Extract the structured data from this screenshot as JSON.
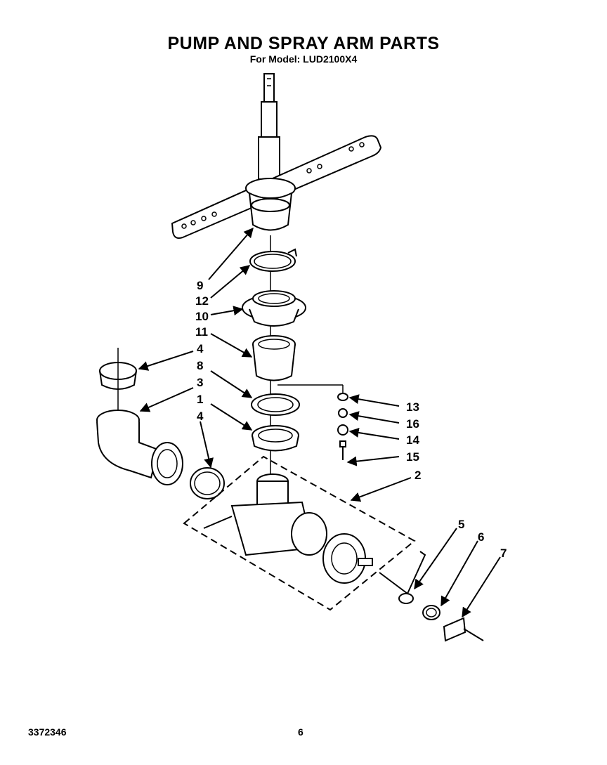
{
  "header": {
    "title": "PUMP AND SPRAY ARM PARTS",
    "subtitle": "For Model: LUD2100X4"
  },
  "footer": {
    "doc_number": "3372346",
    "page_number": "6"
  },
  "callouts": {
    "c9": "9",
    "c12": "12",
    "c10": "10",
    "c11": "11",
    "c4a": "4",
    "c8": "8",
    "c3": "3",
    "c1": "1",
    "c4b": "4",
    "c13": "13",
    "c16": "16",
    "c14": "14",
    "c15": "15",
    "c2": "2",
    "c5": "5",
    "c6": "6",
    "c7": "7"
  }
}
